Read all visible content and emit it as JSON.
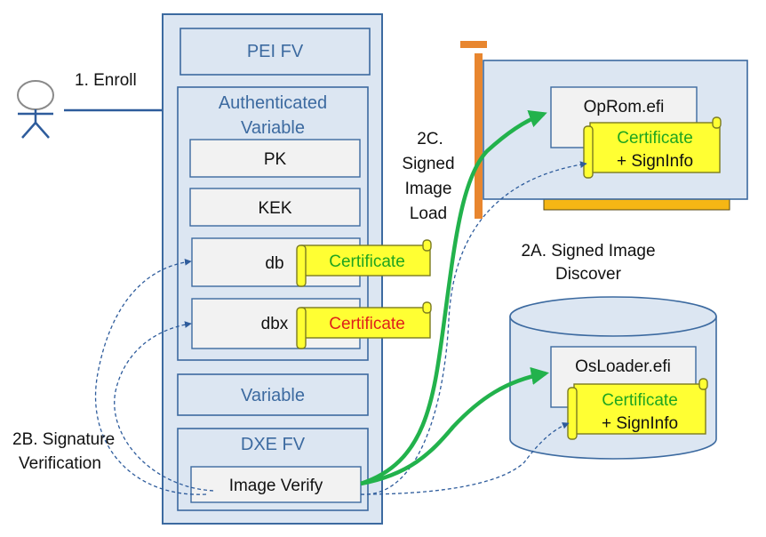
{
  "fv": {
    "pei": "PEI FV",
    "auth_var_line1": "Authenticated",
    "auth_var_line2": "Variable",
    "pk": "PK",
    "kek": "KEK",
    "db": "db",
    "dbx": "dbx",
    "variable": "Variable",
    "dxe": "DXE FV",
    "image_verify": "Image Verify"
  },
  "certs": {
    "db_cert": "Certificate",
    "dbx_cert": "Certificate",
    "oprom_cert": "Certificate",
    "oprom_signinfo": "+ SignInfo",
    "osloader_cert": "Certificate",
    "osloader_signinfo": "+ SignInfo"
  },
  "images": {
    "oprom": "OpRom.efi",
    "osloader": "OsLoader.efi"
  },
  "steps": {
    "enroll": "1. Enroll",
    "signed_load_1": "2C.",
    "signed_load_2": "Signed",
    "signed_load_3": "Image",
    "signed_load_4": "Load",
    "discover_1": "2A. Signed Image",
    "discover_2": "Discover",
    "verify_1": "2B. Signature",
    "verify_2": "Verification"
  },
  "colors": {
    "fv_fill": "#dce6f2",
    "fv_border": "#3c6aa0",
    "cert_fill": "#ffff33",
    "green_arrow": "#22b24c",
    "orange_bar": "#e8862f",
    "gold_base": "#f5b614"
  }
}
